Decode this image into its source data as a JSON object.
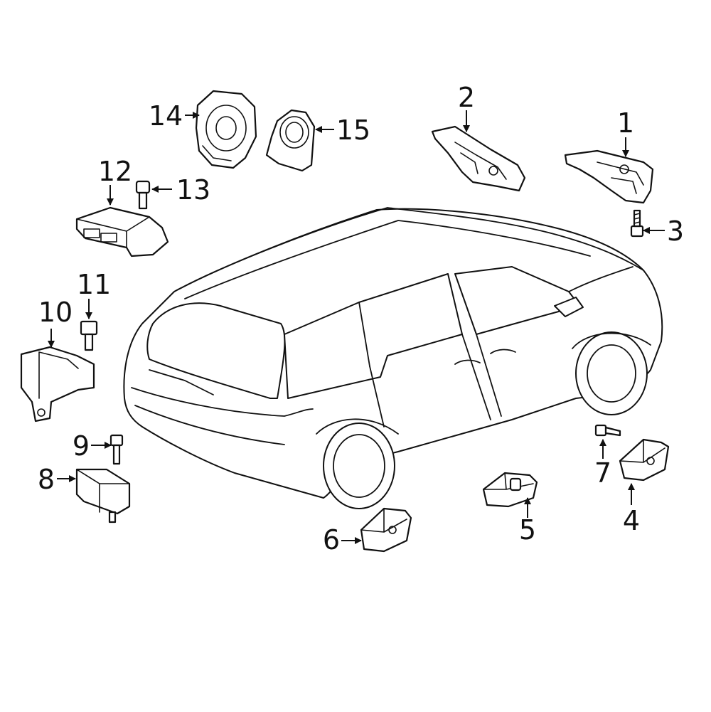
{
  "diagram": {
    "colors": {
      "ink": "#111111",
      "background": "#ffffff"
    },
    "callouts": [
      {
        "id": "1",
        "label": "1"
      },
      {
        "id": "2",
        "label": "2"
      },
      {
        "id": "3",
        "label": "3"
      },
      {
        "id": "4",
        "label": "4"
      },
      {
        "id": "5",
        "label": "5"
      },
      {
        "id": "6",
        "label": "6"
      },
      {
        "id": "7",
        "label": "7"
      },
      {
        "id": "8",
        "label": "8"
      },
      {
        "id": "9",
        "label": "9"
      },
      {
        "id": "10",
        "label": "10"
      },
      {
        "id": "11",
        "label": "11"
      },
      {
        "id": "12",
        "label": "12"
      },
      {
        "id": "13",
        "label": "13"
      },
      {
        "id": "14",
        "label": "14"
      },
      {
        "id": "15",
        "label": "15"
      }
    ]
  }
}
